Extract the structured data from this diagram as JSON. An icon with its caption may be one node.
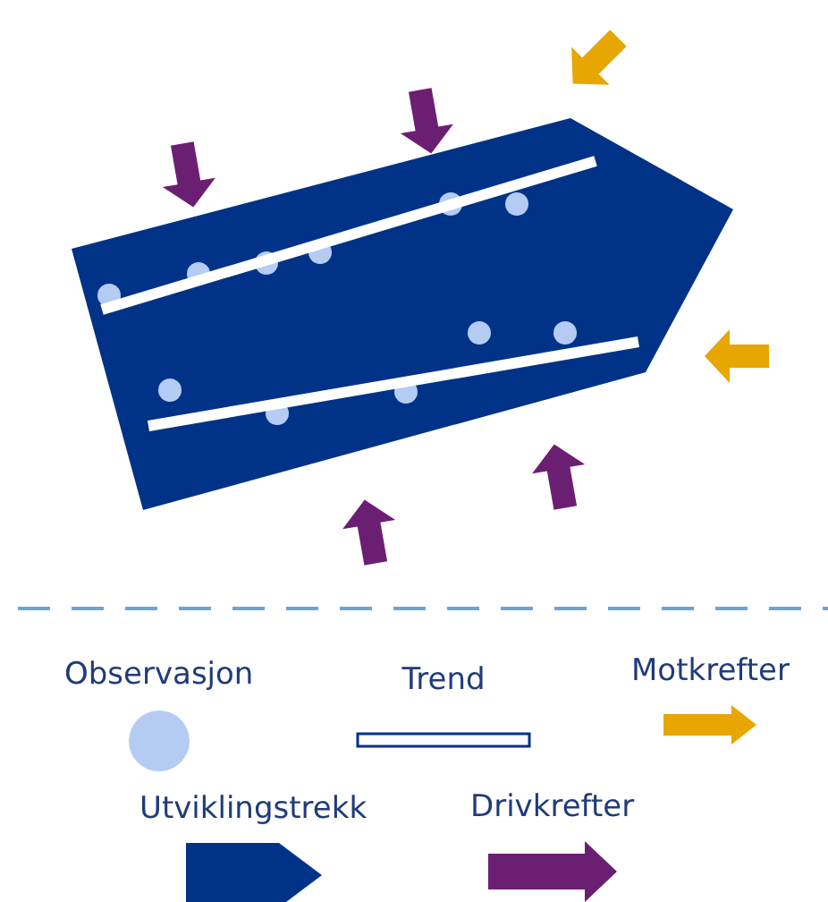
{
  "diagram": {
    "legend": [
      {
        "text": "Observasjon"
      },
      {
        "text": "Trend"
      },
      {
        "text": "Motkrefter"
      },
      {
        "text": "Utviklingstrekk"
      },
      {
        "text": "Drivkrefter"
      }
    ]
  }
}
